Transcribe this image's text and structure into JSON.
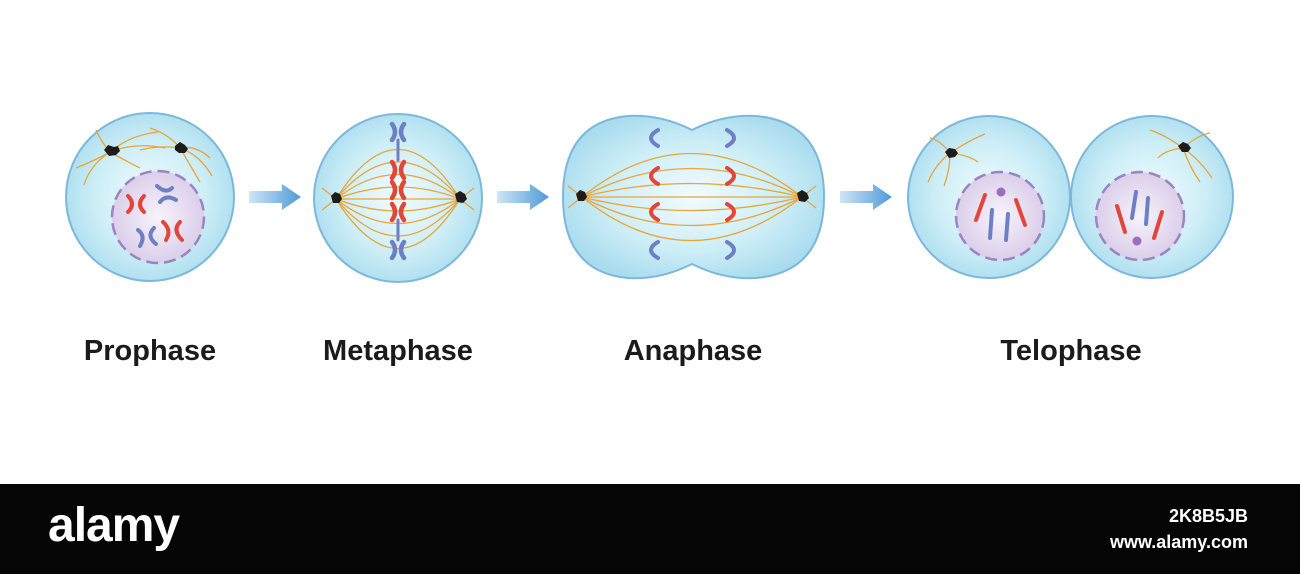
{
  "phases": [
    {
      "id": "prophase",
      "label": "Prophase"
    },
    {
      "id": "metaphase",
      "label": "Metaphase"
    },
    {
      "id": "anaphase",
      "label": "Anaphase"
    },
    {
      "id": "telophase",
      "label": "Telophase"
    }
  ],
  "watermark": {
    "logo_text": "alamy",
    "image_id": "2K8B5JB",
    "url": "www.alamy.com"
  },
  "colors": {
    "cell_fill": "#bfe6f2",
    "cell_outline": "#6fb0d6",
    "nucleus_fill": "#e2d6ee",
    "nuclear_envelope": "#9b84c4",
    "chromosome_red": "#e2463a",
    "chromosome_blue": "#6f7fc6",
    "spindle_fibers": "#e9a43a",
    "centrosome": "#1c1c1c",
    "arrow": "#4f9ad8",
    "footer_bg": "#050505"
  }
}
